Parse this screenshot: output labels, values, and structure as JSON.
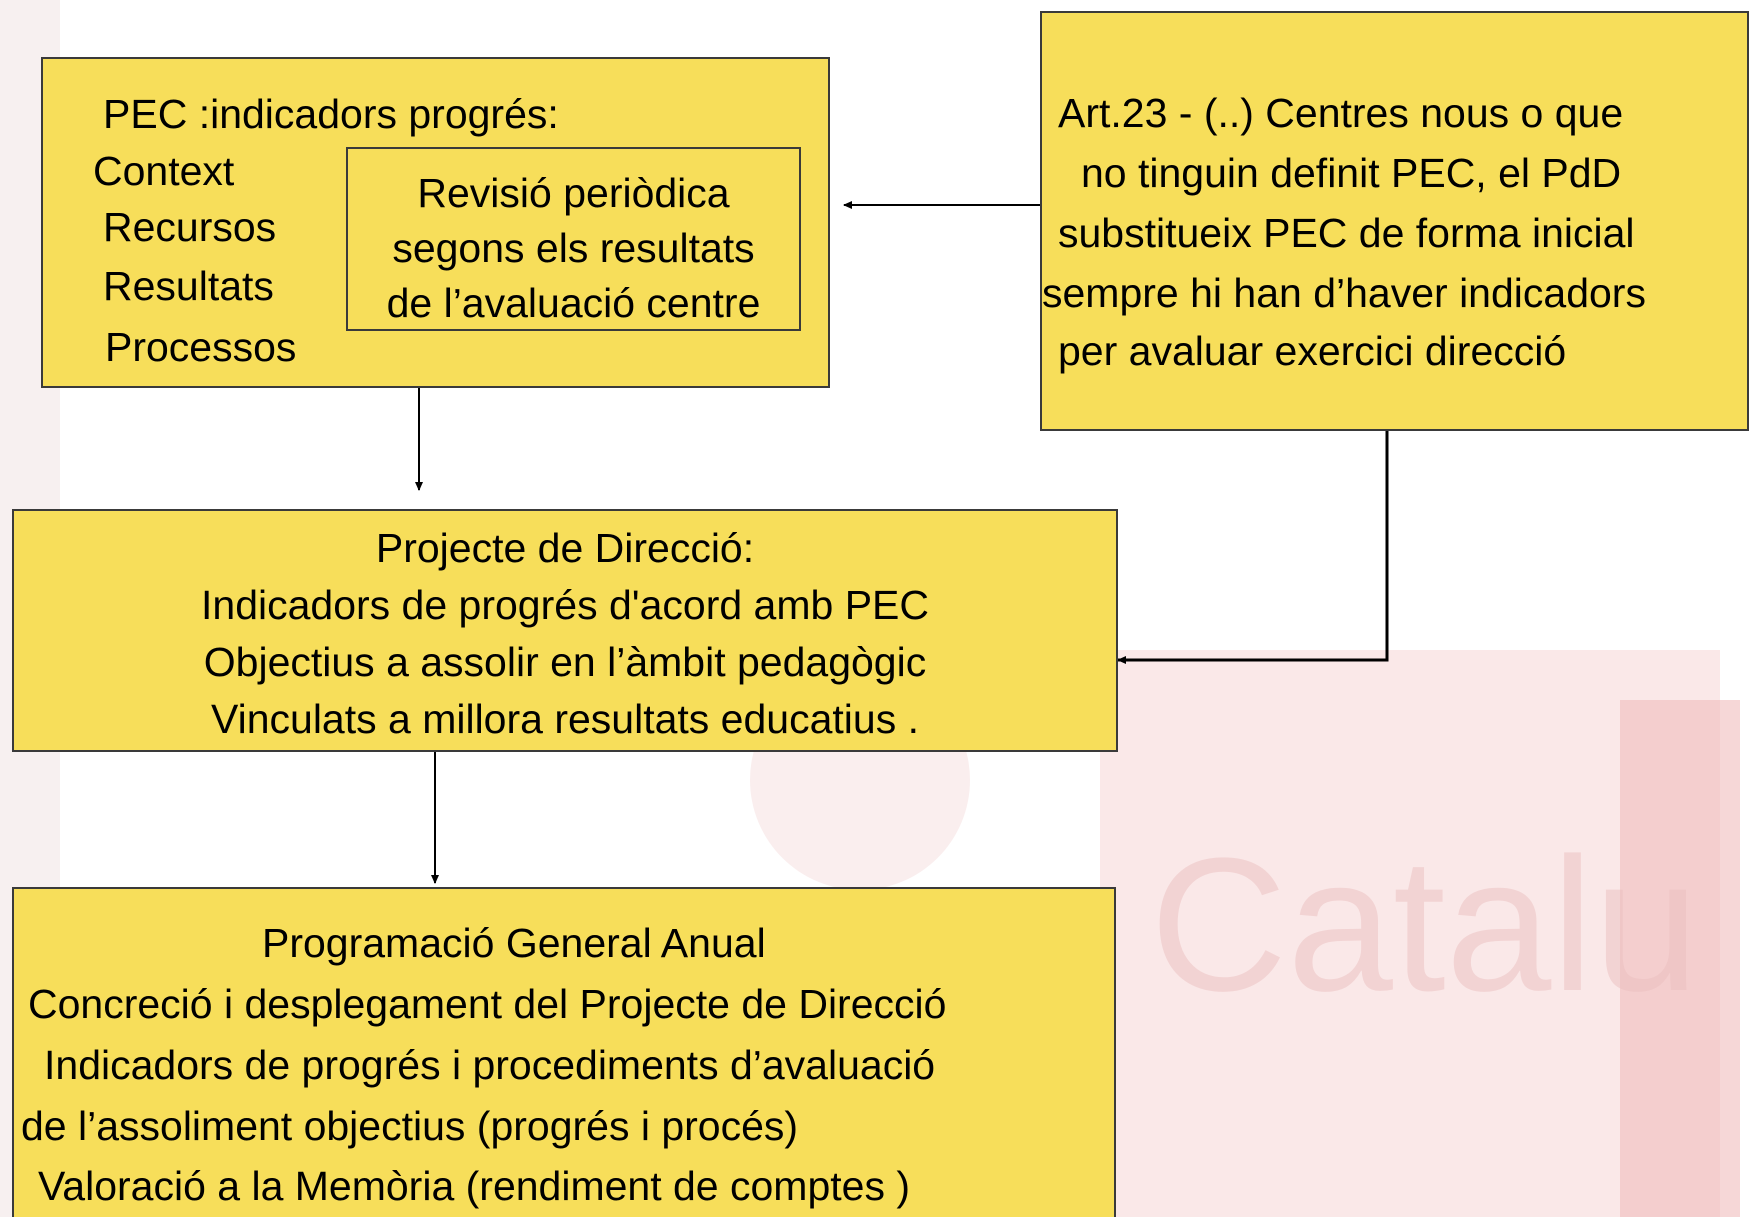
{
  "colors": {
    "box_fill": "#f7de5a",
    "border": "#3a3a3a",
    "watermark": "#f2c8c8"
  },
  "boxes": {
    "pec": {
      "title": "PEC :indicadors progrés:",
      "items": [
        "Context",
        "Recursos",
        "Resultats",
        "Processos"
      ],
      "revision": [
        "Revisió periòdica",
        "segons  els resultats",
        "de l’avaluació centre"
      ]
    },
    "article": {
      "lines": [
        "Art.23 - (..) Centres nous o que",
        "no tinguin definit PEC, el PdD",
        "substitueix PEC de forma inicial",
        "sempre hi han d’haver indicadors",
        "per avaluar exercici direcció"
      ]
    },
    "direction": {
      "lines": [
        "Projecte de Direcció:",
        "Indicadors de progrés d'acord amb PEC",
        "Objectius a assolir en l’àmbit pedagògic",
        "Vinculats a millora resultats educatius ."
      ]
    },
    "annual": {
      "lines": [
        "Programació General  Anual",
        "Concreció i desplegament del Projecte de Direcció",
        "Indicadors de progrés i procediments d’avaluació",
        "de l’assoliment objectius (progrés i procés)",
        "Valoració a la Memòria   (rendiment de comptes )"
      ]
    }
  }
}
